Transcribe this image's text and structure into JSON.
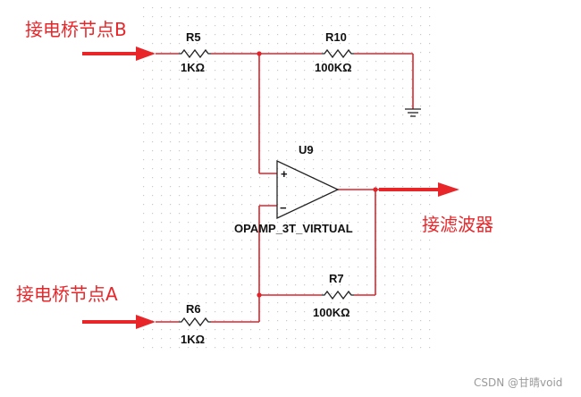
{
  "annotations": {
    "input_b": "接电桥节点B",
    "input_a": "接电桥节点A",
    "output": "接滤波器"
  },
  "components": {
    "r5": {
      "ref": "R5",
      "value": "1KΩ"
    },
    "r10": {
      "ref": "R10",
      "value": "100KΩ"
    },
    "r6": {
      "ref": "R6",
      "value": "1KΩ"
    },
    "r7": {
      "ref": "R7",
      "value": "100KΩ"
    },
    "u9": {
      "ref": "U9",
      "model": "OPAMP_3T_VIRTUAL",
      "plus": "+",
      "minus": "−"
    }
  },
  "watermark": "CSDN @甘晴void",
  "colors": {
    "wire": "#e0242a",
    "arrow": "#e8262a",
    "text_annotation": "#e8262a",
    "grid_dot": "#c8c8c8"
  }
}
